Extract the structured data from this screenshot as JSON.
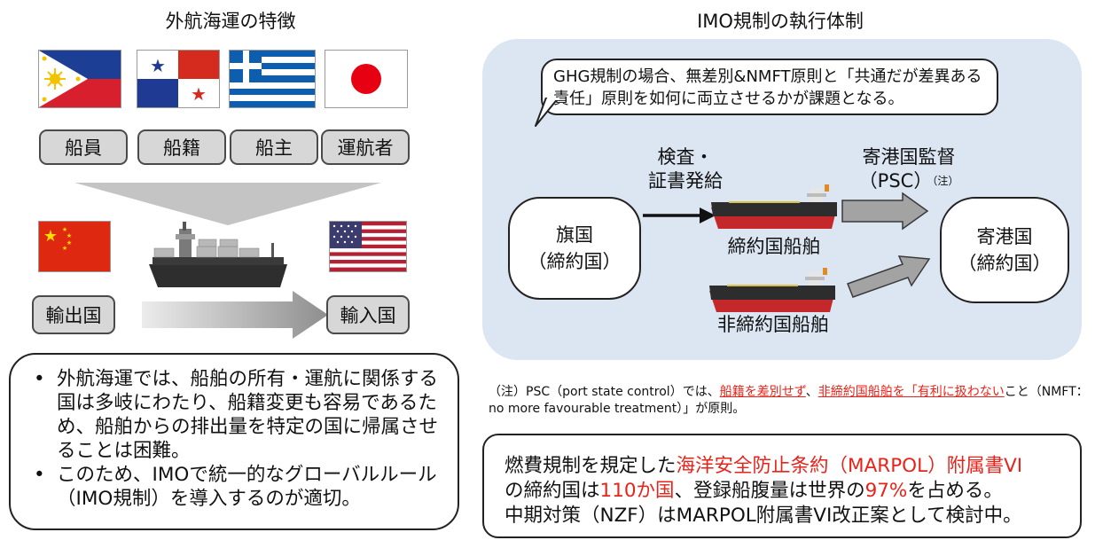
{
  "left": {
    "title": "外航海運の特徴",
    "roles": [
      "船員",
      "船籍",
      "船主",
      "運航者"
    ],
    "export_label": "輸出国",
    "import_label": "輸入国",
    "bullets": [
      "外航海運では、船舶の所有・運航に関係する国は多岐にわたり、船籍変更も容易であるため、船舶からの排出量を特定の国に帰属させることは困難。",
      "このため、IMOで統一的なグローバルルール（IMO規制）を導入するのが適切。"
    ]
  },
  "right": {
    "title": "IMO規制の執行体制",
    "bubble": "GHG規制の場合、無差別&NMFT原則と「共通だが差異ある責任」原則を如何に両立させるかが課題となる。",
    "flag_state": [
      "旗国",
      "（締約国）"
    ],
    "inspection": [
      "検査・",
      "証書発給"
    ],
    "psc_label": [
      "寄港国監督",
      "（PSC）"
    ],
    "psc_note_mark": "（注）",
    "contracting_ship": "締約国船舶",
    "noncontracting_ship": "非締約国船舶",
    "port_state": [
      "寄港国",
      "（締約国）"
    ],
    "note": {
      "prefix": "（注）PSC（port state control）では、",
      "red1": "船籍を差別せず",
      "sep": "、",
      "red2": "非締約国船舶を「有利に扱わない",
      "suffix": "こと（NMFT：no more favourable treatment）」が原則。"
    },
    "summary": {
      "l1a": "燃費規制を規定した",
      "l1b": "海洋安全防止条約（MARPOL）附属書VI",
      "l2a": "の締約国は",
      "l2b": "110か国",
      "l2c": "、登録船腹量は世界の",
      "l2d": "97%",
      "l2e": "を占める。",
      "l3": "中期対策（NZF）はMARPOL附属書VI改正案として検討中。"
    }
  }
}
